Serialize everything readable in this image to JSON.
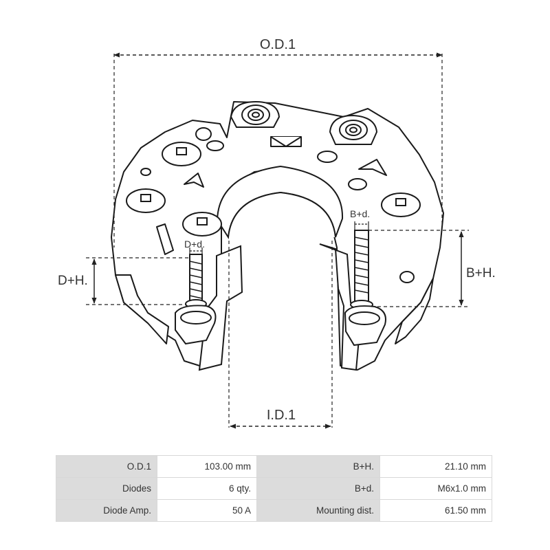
{
  "dimensions": {
    "outer_diameter": "O.D.1",
    "inner_diameter": "I.D.1",
    "b_terminal_height": "B+H.",
    "d_terminal_height": "D+H.",
    "b_terminal_thread": "B+d.",
    "d_terminal_thread": "D+d."
  },
  "specs": {
    "rows": [
      [
        {
          "label": "O.D.1",
          "value": "103.00 mm"
        },
        {
          "label": "B+H.",
          "value": "21.10 mm"
        }
      ],
      [
        {
          "label": "Diodes",
          "value": "6 qty."
        },
        {
          "label": "B+d.",
          "value": "M6x1.0 mm"
        }
      ],
      [
        {
          "label": "Diode Amp.",
          "value": "50 A"
        },
        {
          "label": "Mounting dist.",
          "value": "61.50 mm"
        }
      ]
    ]
  }
}
